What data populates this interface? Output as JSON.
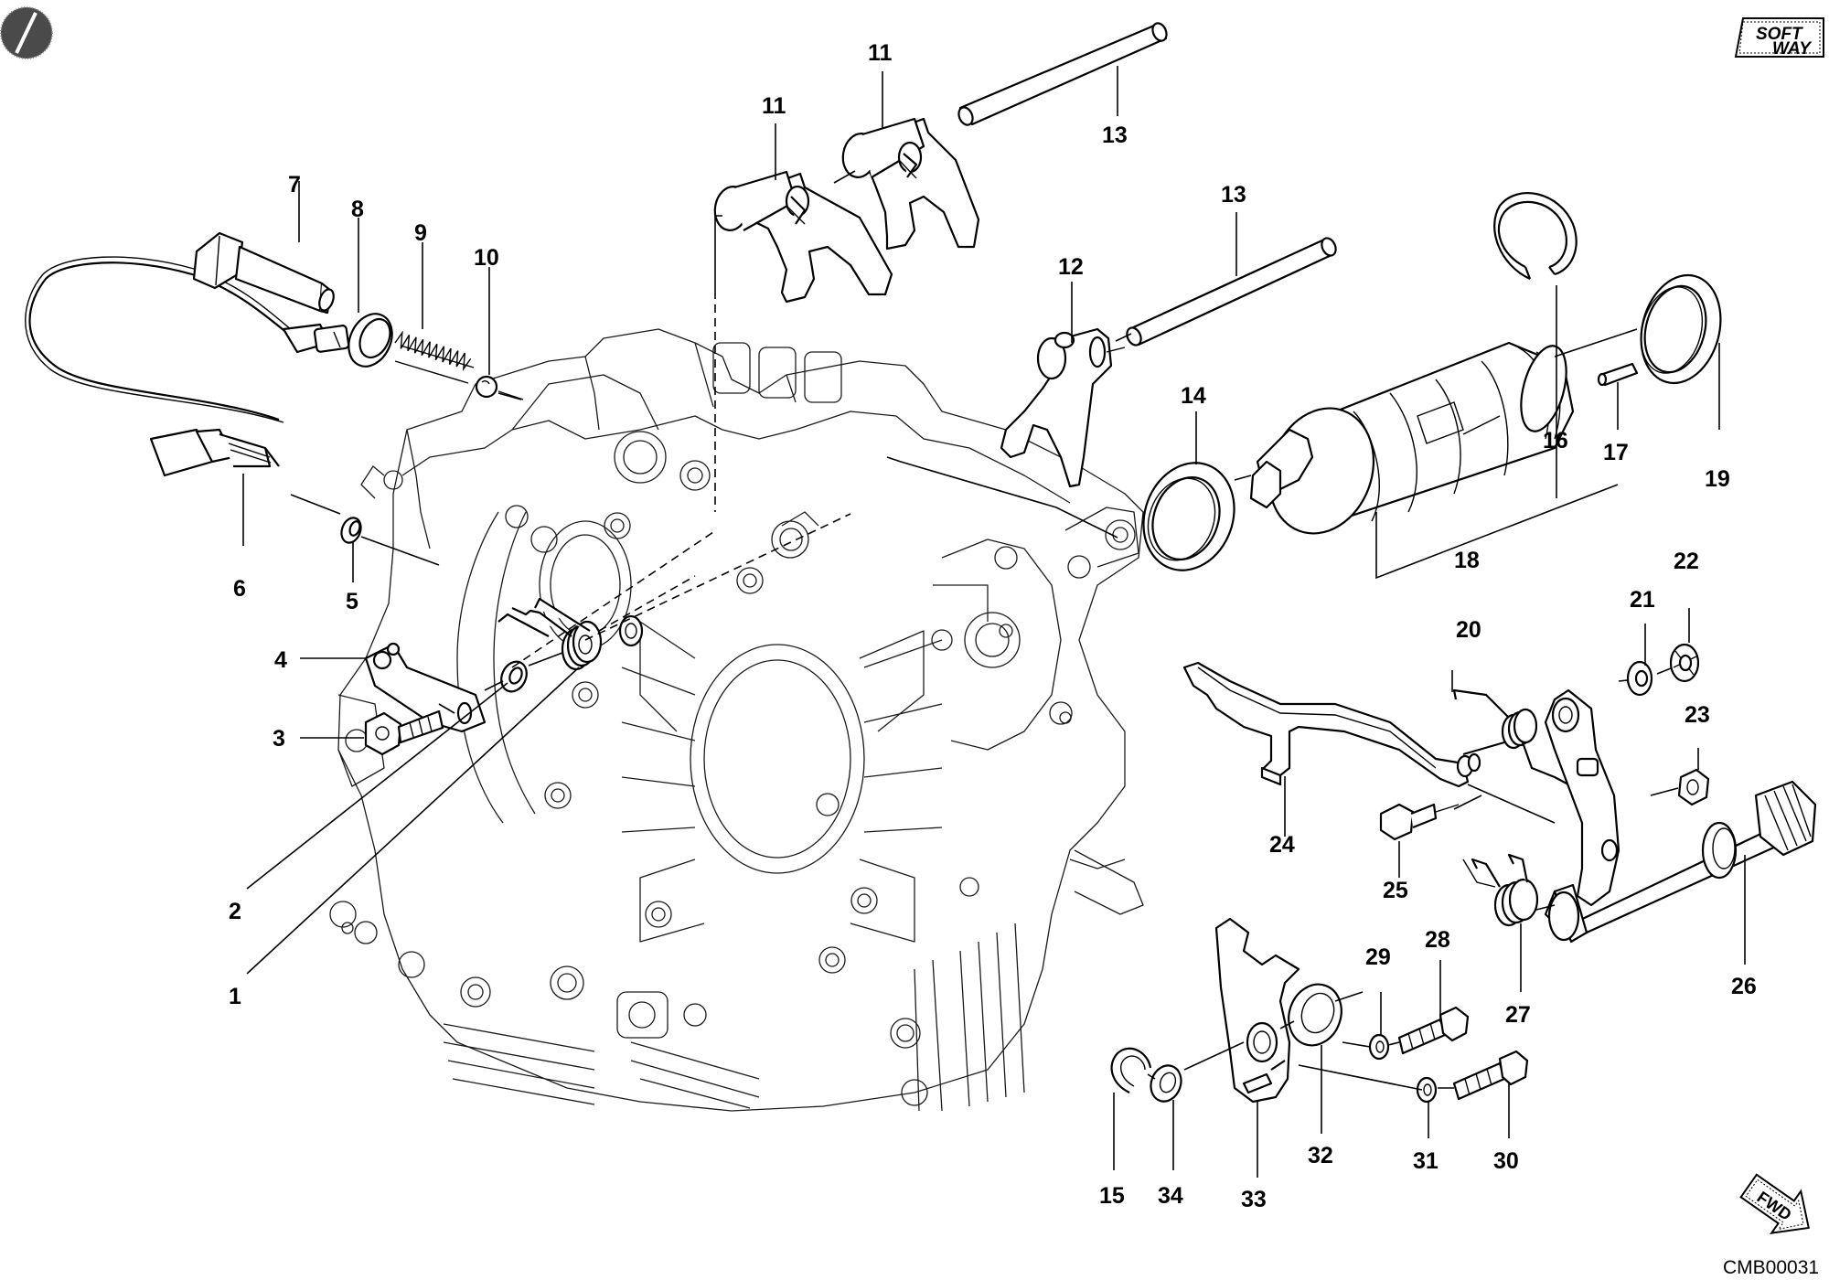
{
  "labels": {
    "p1": "1",
    "p2": "2",
    "p3": "3",
    "p4": "4",
    "p5": "5",
    "p6": "6",
    "p7": "7",
    "p8": "8",
    "p9": "9",
    "p10": "10",
    "p11a": "11",
    "p11b": "11",
    "p12": "12",
    "p13a": "13",
    "p13b": "13",
    "p14": "14",
    "p15": "15",
    "p16": "16",
    "p17": "17",
    "p18": "18",
    "p19": "19",
    "p20": "20",
    "p21": "21",
    "p22": "22",
    "p23": "23",
    "p24": "24",
    "p25": "25",
    "p26": "26",
    "p27": "27",
    "p28": "28",
    "p29": "29",
    "p30": "30",
    "p31": "31",
    "p32": "32",
    "p33": "33",
    "p34": "34"
  },
  "drawing_code": "CMB00031",
  "badge": {
    "line1": "SOFT",
    "line2": "WAY"
  },
  "fwd_text": "FWD"
}
